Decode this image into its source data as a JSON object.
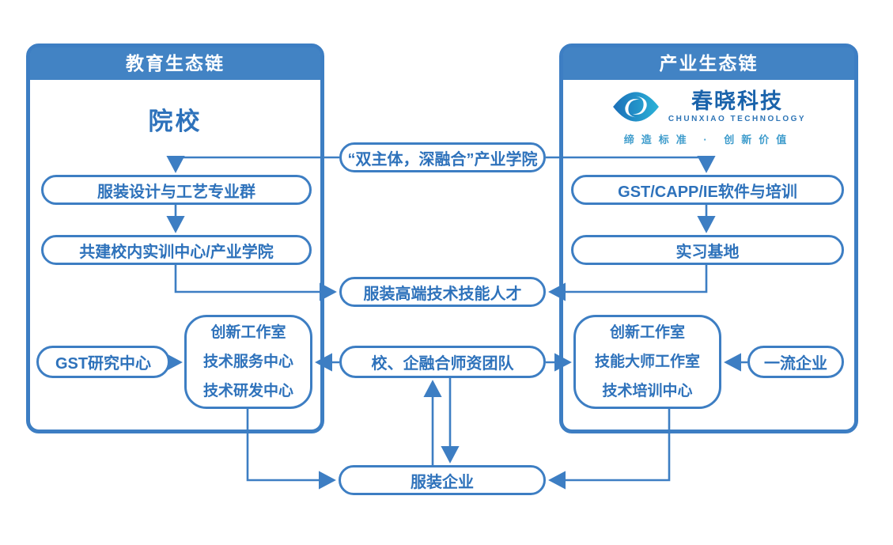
{
  "colors": {
    "accent": "#3d7ec3",
    "header_fill": "#4283c4",
    "node_text": "#2e72bb",
    "logo_dark": "#1a63ab",
    "logo_tagline": "#3e9ccc"
  },
  "left_panel": {
    "header": "教育生态链",
    "title": "院校",
    "pills": {
      "majors": "服装设计与工艺专业群",
      "training_center": "共建校内实训中心/产业学院",
      "gst_research": "GST研究中心"
    },
    "innovation_box": {
      "lines": [
        "创新工作室",
        "技术服务中心",
        "技术研发中心"
      ]
    }
  },
  "right_panel": {
    "header": "产业生态链",
    "logo": {
      "name": "春晓科技",
      "subtitle": "CHUNXIAO TECHNOLOGY",
      "tagline": "缔造标准 · 创新价值",
      "icon": "chunxiao-swirl-eye"
    },
    "pills": {
      "software_training": "GST/CAPP/IE软件与培训",
      "internship_base": "实习基地",
      "first_class": "一流企业"
    },
    "innovation_box": {
      "lines": [
        "创新工作室",
        "技能大师工作室",
        "技术培训中心"
      ]
    }
  },
  "middle": {
    "industry_college": "“双主体，深融合”产业学院",
    "talent": "服装高端技术技能人才",
    "teacher_team": "校、企融合师资团队",
    "garment_enterprise": "服装企业"
  }
}
